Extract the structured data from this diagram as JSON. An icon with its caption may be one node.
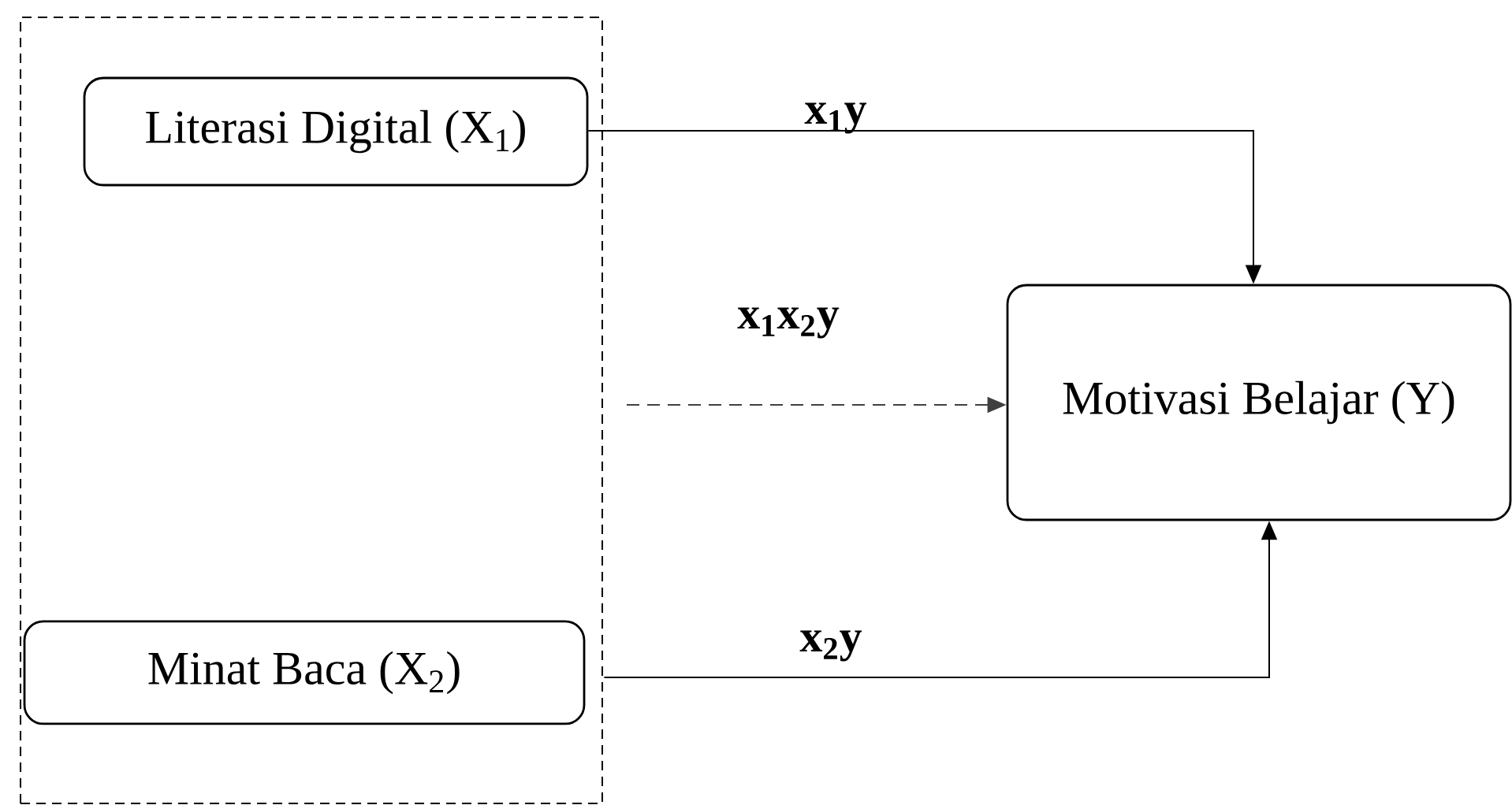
{
  "diagram": {
    "nodes": [
      {
        "text": [],
        "shape": "box"
      },
      {
        "text": [
          "Literasi Digital (X$_{1}$)"
        ],
        "in": 0
      },
      {
        "text": [
          "Minat Baca (X$_{2}$)"
        ],
        "in": 0
      },
      {
        "text": [
          "Motivasi Belajar (Y)"
        ]
      }
    ],
    "edges": [
      {
        "from": 1,
        "to": 3,
        "arrow": "to",
        "label": "x$_{1}$y"
      },
      {
        "from": 0,
        "to": 3,
        "arrow": "to",
        "label": "x$_{1}$x$_{2}$y",
        "style": "dashed",
        "color": "#404040"
      },
      {
        "from": 2,
        "to": 3,
        "arrow": "to",
        "label": "x$_{2}$y"
      }
    ]
  }
}
